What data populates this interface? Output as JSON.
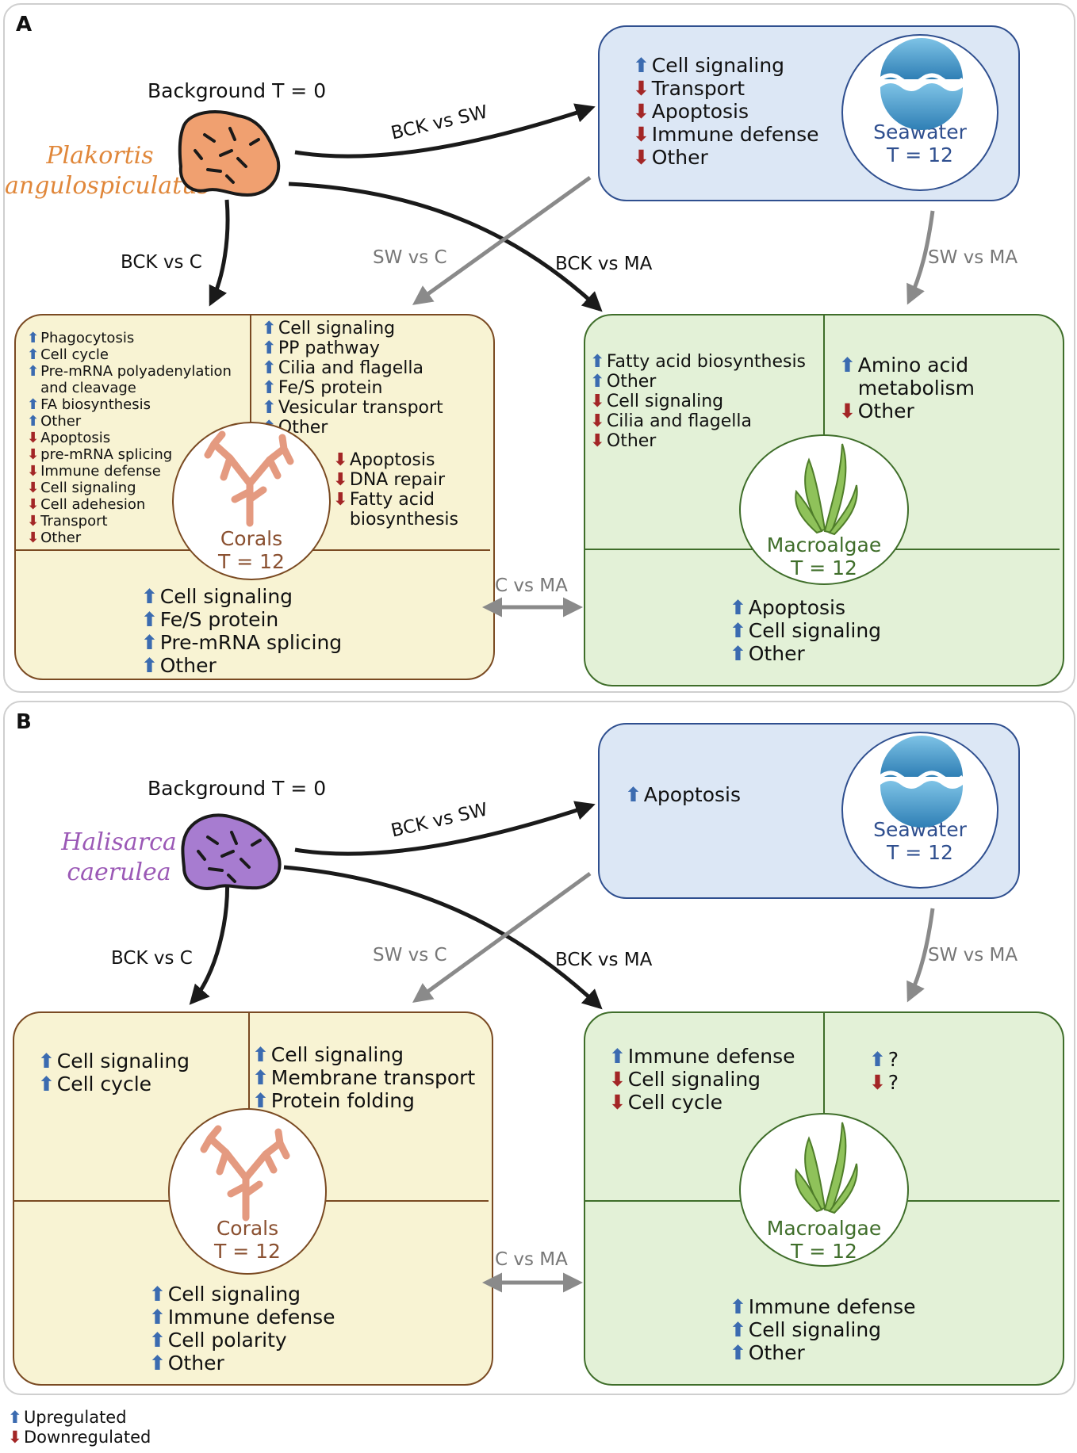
{
  "panels": [
    {
      "letter": "A",
      "background_label": "Background T = 0",
      "species": [
        "Plakortis",
        "angulospiculatus"
      ],
      "species_color": "#e0873a",
      "sponge_color": "#f0a070",
      "edges": {
        "bck_sw": "BCK vs SW",
        "bck_c": "BCK vs C",
        "sw_c": "SW vs C",
        "bck_ma": "BCK vs MA",
        "sw_ma": "SW vs MA",
        "c_ma": "C vs MA"
      },
      "seawater": {
        "name": "Seawater",
        "time": "T = 12",
        "items": [
          {
            "dir": "up",
            "text": "Cell signaling"
          },
          {
            "dir": "down",
            "text": "Transport"
          },
          {
            "dir": "down",
            "text": "Apoptosis"
          },
          {
            "dir": "down",
            "text": "Immune defense"
          },
          {
            "dir": "down",
            "text": "Other"
          }
        ]
      },
      "corals": {
        "name": "Corals",
        "time": "T = 12",
        "left": [
          {
            "dir": "up",
            "text": "Phagocytosis"
          },
          {
            "dir": "up",
            "text": "Cell cycle"
          },
          {
            "dir": "up",
            "text": "Pre-mRNA polyadenylation"
          },
          {
            "dir": "none",
            "text": "and cleavage"
          },
          {
            "dir": "up",
            "text": "FA biosynthesis"
          },
          {
            "dir": "up",
            "text": "Other"
          },
          {
            "dir": "down",
            "text": "Apoptosis"
          },
          {
            "dir": "down",
            "text": "pre-mRNA splicing"
          },
          {
            "dir": "down",
            "text": "Immune defense"
          },
          {
            "dir": "down",
            "text": "Cell signaling"
          },
          {
            "dir": "down",
            "text": "Cell adehesion"
          },
          {
            "dir": "down",
            "text": "Transport"
          },
          {
            "dir": "down",
            "text": "Other"
          }
        ],
        "right": [
          {
            "dir": "up",
            "text": "Cell signaling"
          },
          {
            "dir": "up",
            "text": "PP pathway"
          },
          {
            "dir": "up",
            "text": "Cilia and flagella"
          },
          {
            "dir": "up",
            "text": "Fe/S protein"
          },
          {
            "dir": "up",
            "text": "Vesicular transport"
          },
          {
            "dir": "up",
            "text": "Other"
          }
        ],
        "right_down": [
          {
            "dir": "down",
            "text": "Apoptosis"
          },
          {
            "dir": "down",
            "text": "DNA repair"
          },
          {
            "dir": "down",
            "text": "Fatty acid"
          },
          {
            "dir": "none",
            "text": "biosynthesis"
          }
        ],
        "bottom": [
          {
            "dir": "up",
            "text": "Cell signaling"
          },
          {
            "dir": "up",
            "text": "Fe/S protein"
          },
          {
            "dir": "up",
            "text": "Pre-mRNA splicing"
          },
          {
            "dir": "up",
            "text": "Other"
          }
        ]
      },
      "macroalgae": {
        "name": "Macroalgae",
        "time": "T = 12",
        "left": [
          {
            "dir": "up",
            "text": "Fatty acid biosynthesis"
          },
          {
            "dir": "up",
            "text": "Other"
          },
          {
            "dir": "down",
            "text": "Cell signaling"
          },
          {
            "dir": "down",
            "text": "Cilia and flagella"
          },
          {
            "dir": "down",
            "text": "Other"
          }
        ],
        "right": [
          {
            "dir": "up",
            "text": "Amino acid"
          },
          {
            "dir": "none",
            "text": "metabolism"
          },
          {
            "dir": "down",
            "text": "Other"
          }
        ],
        "bottom": [
          {
            "dir": "up",
            "text": "Apoptosis"
          },
          {
            "dir": "up",
            "text": "Cell signaling"
          },
          {
            "dir": "up",
            "text": "Other"
          }
        ]
      }
    },
    {
      "letter": "B",
      "background_label": "Background T = 0",
      "species": [
        "Halisarca",
        "caerulea"
      ],
      "species_color": "#9b59b6",
      "sponge_color": "#a77cd0",
      "edges": {
        "bck_sw": "BCK vs SW",
        "bck_c": "BCK vs C",
        "sw_c": "SW vs C",
        "bck_ma": "BCK vs MA",
        "sw_ma": "SW vs MA",
        "c_ma": "C vs MA"
      },
      "seawater": {
        "name": "Seawater",
        "time": "T = 12",
        "items": [
          {
            "dir": "up",
            "text": "Apoptosis"
          }
        ]
      },
      "corals": {
        "name": "Corals",
        "time": "T = 12",
        "left": [
          {
            "dir": "up",
            "text": "Cell signaling"
          },
          {
            "dir": "up",
            "text": "Cell cycle"
          }
        ],
        "right": [
          {
            "dir": "up",
            "text": "Cell signaling"
          },
          {
            "dir": "up",
            "text": "Membrane transport"
          },
          {
            "dir": "up",
            "text": "Protein folding"
          }
        ],
        "bottom": [
          {
            "dir": "up",
            "text": "Cell signaling"
          },
          {
            "dir": "up",
            "text": "Immune defense"
          },
          {
            "dir": "up",
            "text": "Cell polarity"
          },
          {
            "dir": "up",
            "text": "Other"
          }
        ]
      },
      "macroalgae": {
        "name": "Macroalgae",
        "time": "T = 12",
        "left": [
          {
            "dir": "up",
            "text": "Immune defense"
          },
          {
            "dir": "down",
            "text": "Cell signaling"
          },
          {
            "dir": "down",
            "text": "Cell cycle"
          }
        ],
        "right": [
          {
            "dir": "up",
            "text": "?"
          },
          {
            "dir": "down",
            "text": "?"
          }
        ],
        "bottom": [
          {
            "dir": "up",
            "text": "Immune defense"
          },
          {
            "dir": "up",
            "text": "Cell signaling"
          },
          {
            "dir": "up",
            "text": "Other"
          }
        ]
      }
    }
  ],
  "legend": [
    {
      "dir": "up",
      "text": "Upregulated"
    },
    {
      "dir": "down",
      "text": "Downregulated"
    }
  ],
  "colors": {
    "up_arrow": "#3b6bb0",
    "down_arrow": "#a32626",
    "seawater_text": "#2f4f8f",
    "coral_text": "#8a5030",
    "algae_text": "#3f6e2a"
  }
}
